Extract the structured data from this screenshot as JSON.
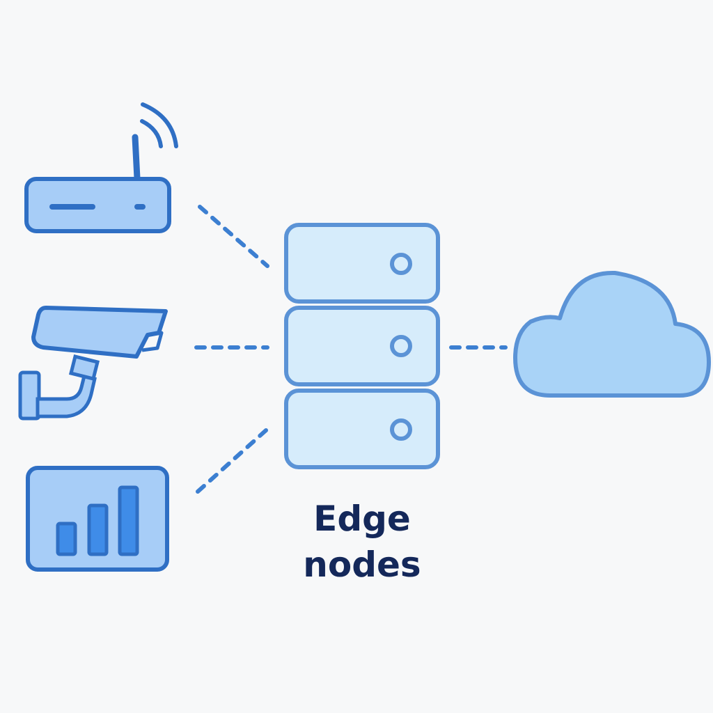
{
  "diagram": {
    "caption_line1": "Edge",
    "caption_line2": "nodes",
    "colors": {
      "stroke": "#2f6fc4",
      "device_fill": "#a7cdf7",
      "server_fill": "#d6ecfb",
      "server_stroke": "#5b93d6",
      "cloud_fill": "#a9d3f7",
      "cloud_stroke": "#5b93d6",
      "connector": "#3c7fd1",
      "text": "#14285a",
      "background": "#f7f8f9"
    },
    "devices": [
      {
        "id": "router",
        "icon": "wifi-router-icon"
      },
      {
        "id": "camera",
        "icon": "security-camera-icon"
      },
      {
        "id": "sensor",
        "icon": "bar-chart-sensor-icon"
      }
    ],
    "server_units": 3,
    "destination": {
      "icon": "cloud-icon"
    }
  }
}
